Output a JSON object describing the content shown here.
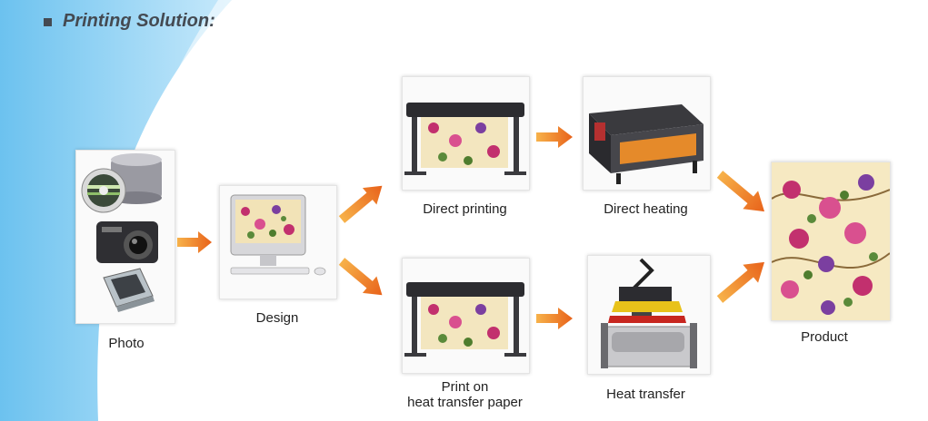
{
  "heading": {
    "text": "Printing Solution:"
  },
  "steps": {
    "photo": "Photo",
    "design": "Design",
    "direct_printing": "Direct printing",
    "direct_heating": "Direct heating",
    "print_on_line1": "Print on",
    "print_on_line2": "heat transfer paper",
    "heat_transfer": "Heat transfer",
    "product": "Product"
  },
  "colors": {
    "accent_arrow": "#f07a1a",
    "background_swoosh": "#8fd0f2"
  },
  "icons": [
    "cd-spindle-icon",
    "camera-icon",
    "scanner-icon",
    "monitor-icon",
    "printer-icon",
    "heater-icon",
    "heat-press-icon",
    "floral-fabric-icon"
  ]
}
